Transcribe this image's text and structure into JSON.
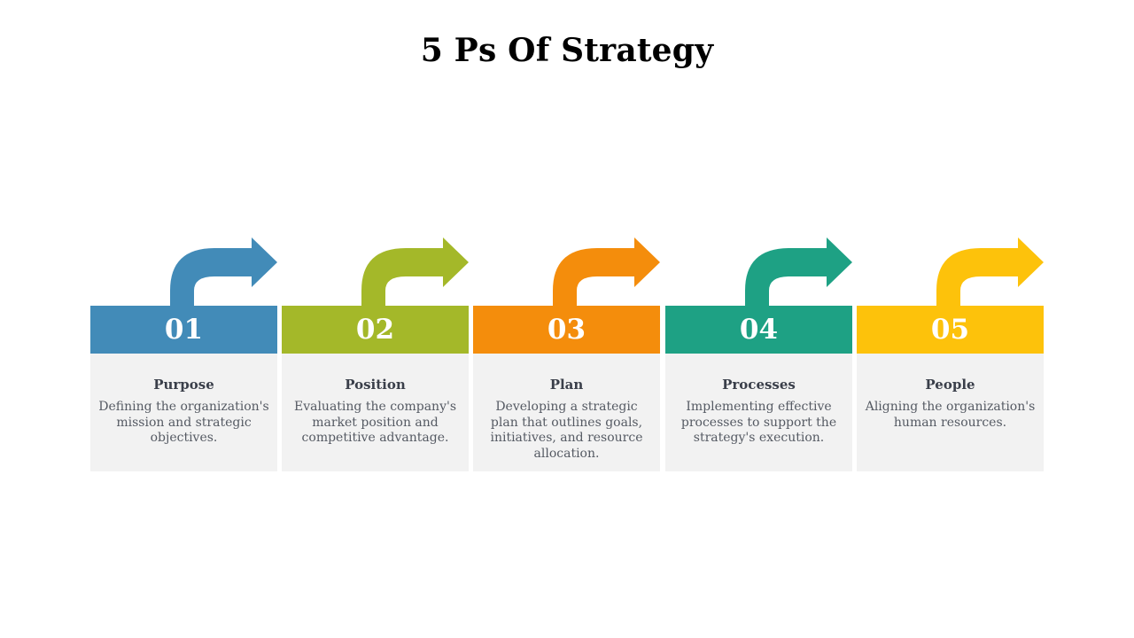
{
  "title": "5 Ps Of Strategy",
  "steps": [
    {
      "number": "01",
      "title": "Purpose",
      "description": "Defining the organization's mission and strategic objectives.",
      "color": "#428bb8"
    },
    {
      "number": "02",
      "title": "Position",
      "description": "Evaluating the company's market position and competitive advantage.",
      "color": "#a4b829"
    },
    {
      "number": "03",
      "title": "Plan",
      "description": "Developing a strategic plan that outlines goals, initiatives, and resource allocation.",
      "color": "#f48d0c"
    },
    {
      "number": "04",
      "title": "Processes",
      "description": "Implementing effective processes to support the strategy's execution.",
      "color": "#1ea184"
    },
    {
      "number": "05",
      "title": "People",
      "description": "Aligning the organization's human resources.",
      "color": "#fdc20b"
    }
  ]
}
